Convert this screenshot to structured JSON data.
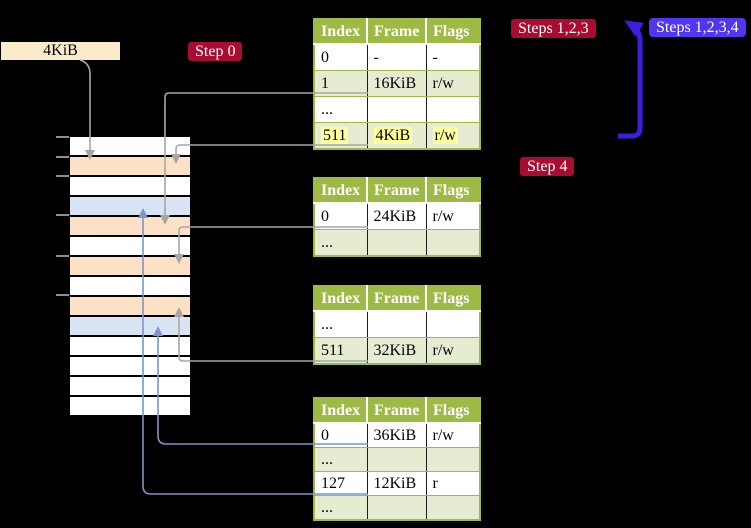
{
  "colors": {
    "background": "#000000",
    "table_header_bg": "#9dba44",
    "table_row_alt_bg": "#e6ecd2",
    "highlight_bg": "#ffff9c",
    "memory_orange": "#fce1c6",
    "memory_blue": "#d8e4f4",
    "badge_red": "#a80c31",
    "badge_blue": "#5136f0",
    "arrow_gray": "#a6a6a6",
    "arrow_steelblue": "#7b96cb",
    "arrow_bigblue": "#3c1ee0",
    "page_size_box_bg": "#faeccb"
  },
  "labels": {
    "page_size": "4KiB",
    "step0": "Step 0",
    "steps123": "Steps 1,2,3",
    "steps1234": "Steps 1,2,3,4",
    "step4": "Step 4"
  },
  "memory_column": {
    "rows": [
      "white",
      "orange",
      "white",
      "blue",
      "orange",
      "white",
      "orange",
      "white",
      "orange",
      "blue",
      "white",
      "white",
      "white",
      "white"
    ]
  },
  "tables": [
    {
      "name": "page-table-1",
      "columns": [
        "Index",
        "Frame",
        "Flags"
      ],
      "rows": [
        {
          "cells": [
            "0",
            "-",
            "-"
          ],
          "highlight": false
        },
        {
          "cells": [
            "1",
            "16KiB",
            "r/w"
          ],
          "highlight": false
        },
        {
          "cells": [
            "...",
            "",
            ""
          ],
          "highlight": false
        },
        {
          "cells": [
            "511",
            "4KiB",
            "r/w"
          ],
          "highlight": true
        }
      ]
    },
    {
      "name": "page-table-2",
      "columns": [
        "Index",
        "Frame",
        "Flags"
      ],
      "rows": [
        {
          "cells": [
            "0",
            "24KiB",
            "r/w"
          ],
          "highlight": false
        },
        {
          "cells": [
            "...",
            "",
            ""
          ],
          "highlight": false
        }
      ]
    },
    {
      "name": "page-table-3",
      "columns": [
        "Index",
        "Frame",
        "Flags"
      ],
      "rows": [
        {
          "cells": [
            "...",
            "",
            ""
          ],
          "highlight": false
        },
        {
          "cells": [
            "511",
            "32KiB",
            "r/w"
          ],
          "highlight": false
        }
      ]
    },
    {
      "name": "page-table-4",
      "columns": [
        "Index",
        "Frame",
        "Flags"
      ],
      "rows": [
        {
          "cells": [
            "0",
            "36KiB",
            "r/w"
          ],
          "highlight": false
        },
        {
          "cells": [
            "...",
            "",
            ""
          ],
          "highlight": false
        },
        {
          "cells": [
            "127",
            "12KiB",
            "r"
          ],
          "highlight": false
        },
        {
          "cells": [
            "...",
            "",
            ""
          ],
          "highlight": false
        }
      ]
    }
  ]
}
